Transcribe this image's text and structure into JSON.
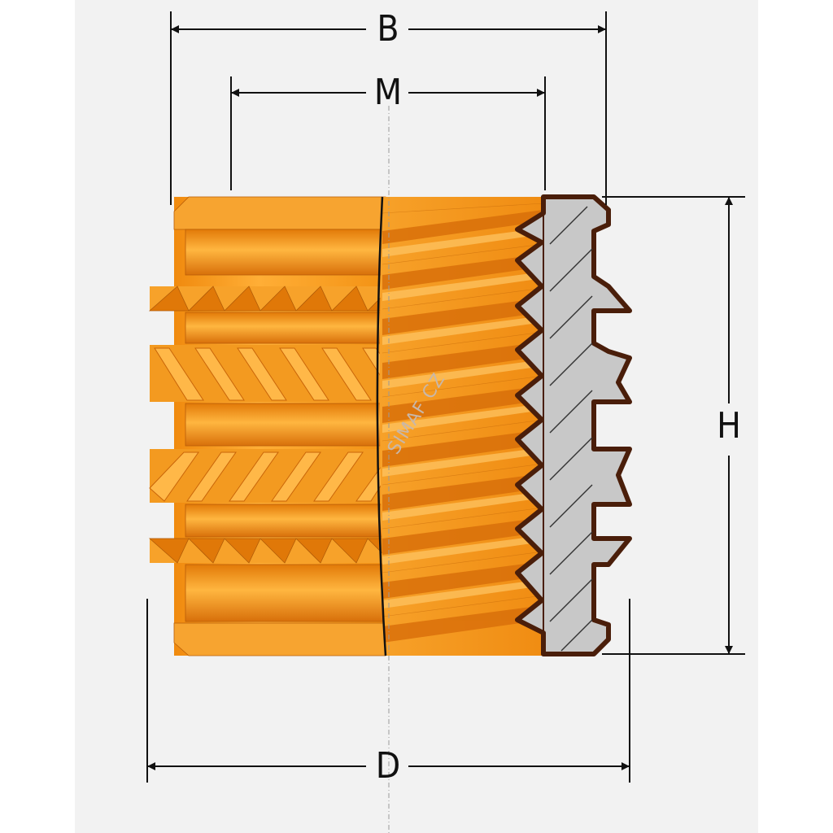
{
  "diagram": {
    "dimensions": {
      "B": "B",
      "M": "M",
      "H": "H",
      "D": "D"
    },
    "watermark": "SIMAF CZ",
    "colors": {
      "background": "#f2f2f2",
      "body_orange": "#f39214",
      "highlight": "#ffb640",
      "shadow": "#d9700a",
      "section_fill": "#c8c8c8",
      "section_outline": "#4a1e0a",
      "dimension_line": "#111111"
    }
  }
}
